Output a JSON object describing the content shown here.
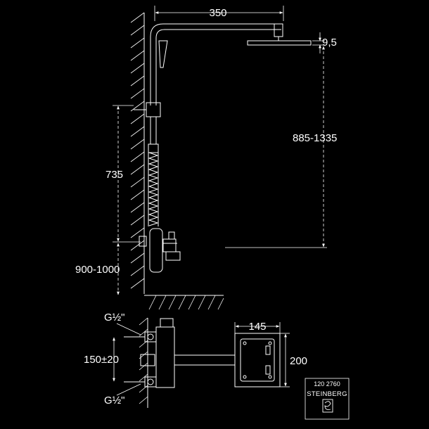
{
  "dimensions": {
    "arm_length": "350",
    "head_thickness": "9,5",
    "head_height_range": "885-1335",
    "riser_length": "735",
    "valve_height": "900-1000",
    "thread_top": "G½\"",
    "thread_bottom": "G½\"",
    "inlet_spacing": "150±20",
    "plate_width": "145",
    "plate_height": "200"
  },
  "title_block": {
    "article_number": "120 2760",
    "brand": "STEINBERG"
  }
}
